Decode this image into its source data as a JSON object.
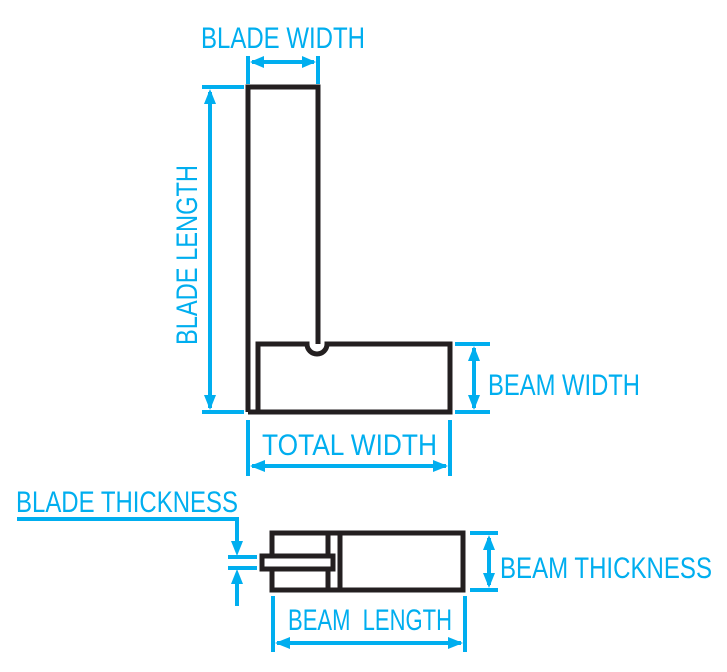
{
  "labels": {
    "blade_width": "BLADE WIDTH",
    "blade_length": "BLADE LENGTH",
    "beam_width": "BEAM WIDTH",
    "total_width": "TOTAL WIDTH",
    "blade_thickness": "BLADE THICKNESS",
    "beam_thickness": "BEAM THICKNESS",
    "beam_length": "BEAM  LENGTH"
  },
  "colors": {
    "dimension": "#00aeef",
    "outline": "#231f20"
  }
}
